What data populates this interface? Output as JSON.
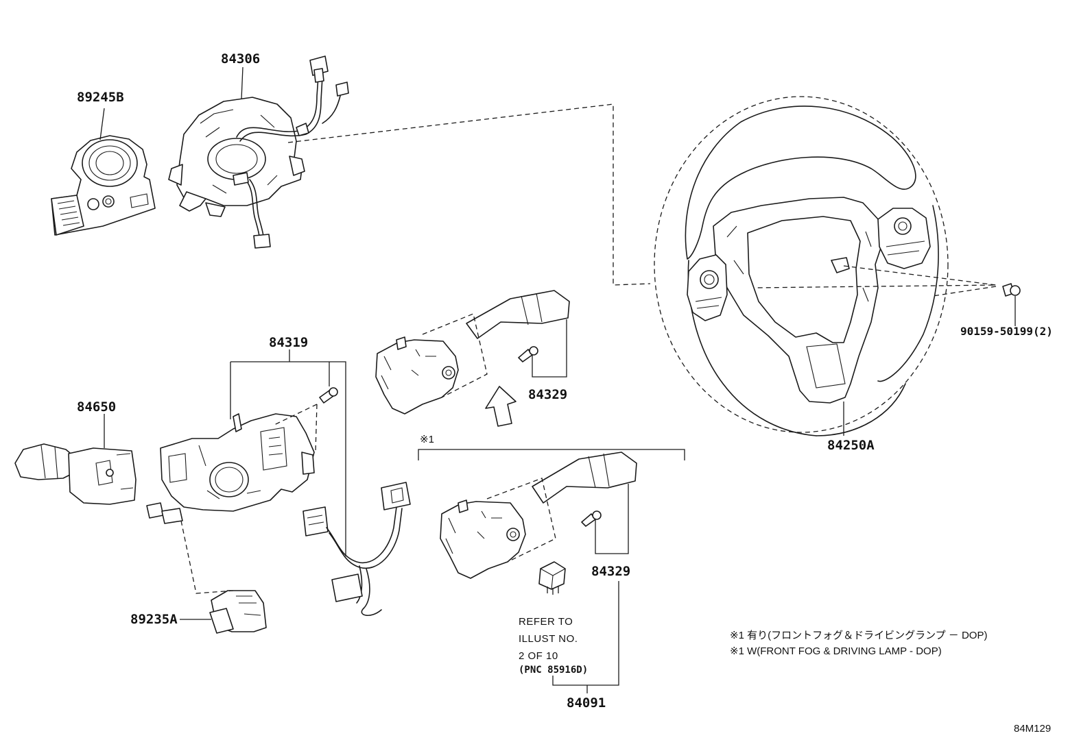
{
  "parts": {
    "p89245B": "89245B",
    "p84306": "84306",
    "p84319": "84319",
    "p84650": "84650",
    "p84329_top": "84329",
    "p84329_bottom": "84329",
    "p84250A": "84250A",
    "p90159": "90159-50199(2)",
    "p89235A": "89235A",
    "p84091": "84091"
  },
  "bracket_mark": "※1",
  "refer": {
    "line1": "REFER TO",
    "line2": "ILLUST NO.",
    "line3": "2 OF 10",
    "line4": "(PNC 85916D)"
  },
  "notes": {
    "jp": "※1 有り(フロントフォグ＆ドライビングランプ － DOP)",
    "en": "※1 W(FRONT FOG & DRIVING LAMP - DOP)"
  },
  "diagram_code": "84M129"
}
